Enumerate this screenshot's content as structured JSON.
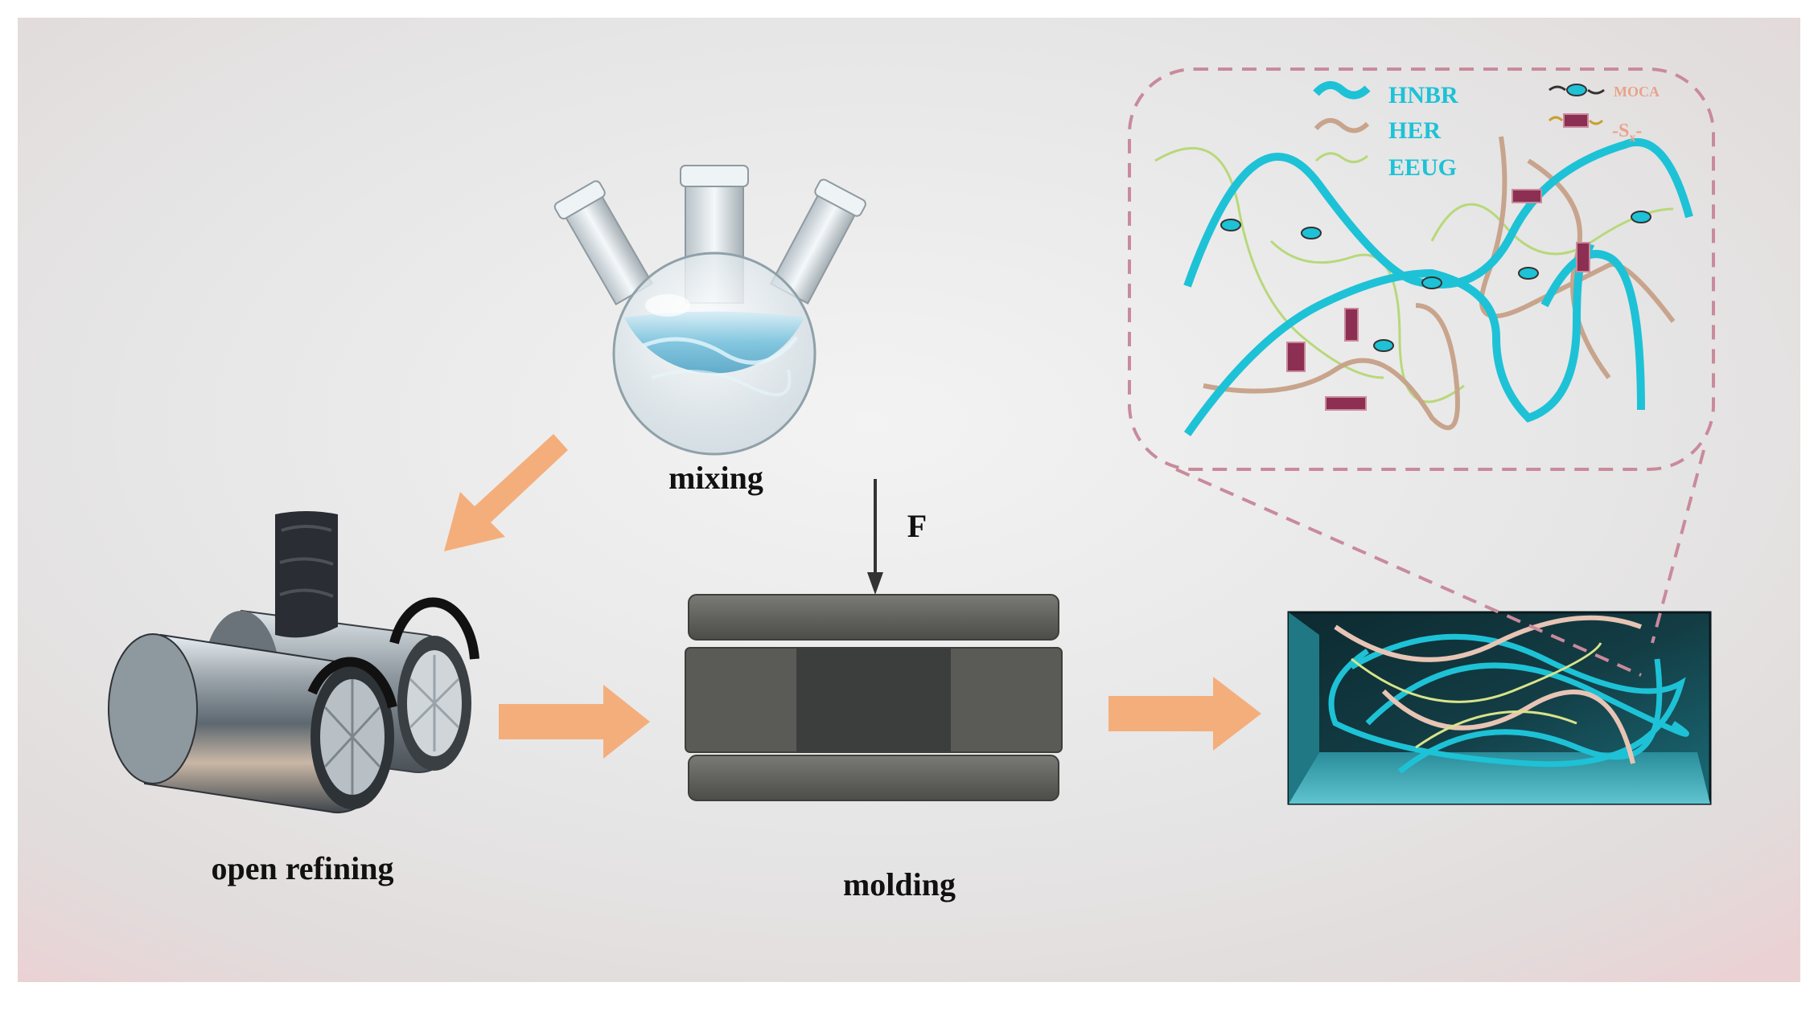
{
  "labels": {
    "mixing": "mixing",
    "open_refining": "open refining",
    "molding": "molding",
    "force": "F"
  },
  "legend": {
    "hnbr": "HNBR",
    "her": "HER",
    "eeug": "EEUG",
    "moca": "MOCA",
    "sx_prefix": "-S",
    "sx_sub": "x",
    "sx_suffix": "-"
  },
  "colors": {
    "hnbr": "#1ec2d6",
    "her": "#c8a48c",
    "eeug": "#b8d87a",
    "arrow": "#f4ae7c",
    "dashed_callout": "#c98a9c",
    "mold": "#5e5e5a",
    "crosslink_sx": "#8c2f52",
    "legend_sx_text": "#e8a38a"
  }
}
